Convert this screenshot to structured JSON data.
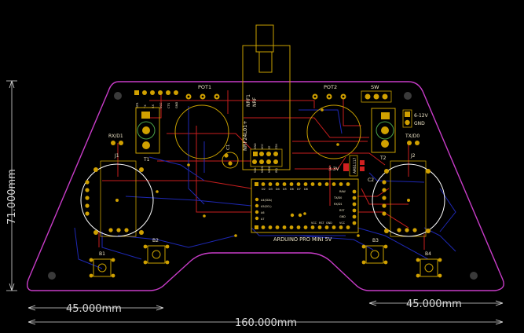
{
  "board": {
    "colors": {
      "background": "#000000",
      "outline": "#c83cc8",
      "top_trace": "#c81e1e",
      "bottom_trace": "#1e28b4",
      "silkscreen": "#f0e6c8",
      "courtyard": "#c8a000",
      "dimension": "#d8d8d8",
      "pad": "#d0a000"
    },
    "components": {
      "nrf_module": {
        "ref": "NRF1",
        "value": "NRF",
        "footprint": "NRF24L01+"
      },
      "nrf_pins": [
        "GND",
        "VCC",
        "CE",
        "CSN",
        "SCK",
        "MOSI",
        "MISO",
        "IRQ"
      ],
      "header_pins": [
        "DTR",
        "TX",
        "RX",
        "VCC",
        "CTS",
        "GND"
      ],
      "pot1": "POT1",
      "pot2": "POT2",
      "switch": "SW",
      "power_in": [
        "6-12V",
        "GND"
      ],
      "rx_label": "RX/D1",
      "tx_label": "TX/D0",
      "t1": "T1",
      "t2": "T2",
      "c1": "C1",
      "c2": "C2",
      "j1": "J1",
      "j2": "J2",
      "regulator": {
        "part": "AMS1117",
        "output": "3.3V"
      },
      "arduino": {
        "title": "ARDUINO PRO MINI 5V",
        "right_pins": [
          "RAW",
          "TX/D0",
          "RX/D1",
          "RST",
          "GND",
          "VCC"
        ],
        "left_pins": [
          "A4(SDA)",
          "A5(SCL)",
          "A6",
          "A7"
        ],
        "bottom_pins": [
          "D9",
          "D10",
          "D11",
          "D12",
          "D13",
          "A0",
          "A1",
          "A2",
          "A3",
          "VCC",
          "RST",
          "GND",
          "RAW"
        ],
        "top_pins": [
          "D2",
          "D3",
          "D4",
          "D5",
          "D6",
          "D7",
          "D8"
        ]
      },
      "buttons": [
        "B1",
        "B2",
        "B3",
        "B4"
      ]
    },
    "dimensions": {
      "height": "71.000mm",
      "left_width": "45.000mm",
      "right_width": "45.000mm",
      "total_width": "160.000mm"
    }
  }
}
